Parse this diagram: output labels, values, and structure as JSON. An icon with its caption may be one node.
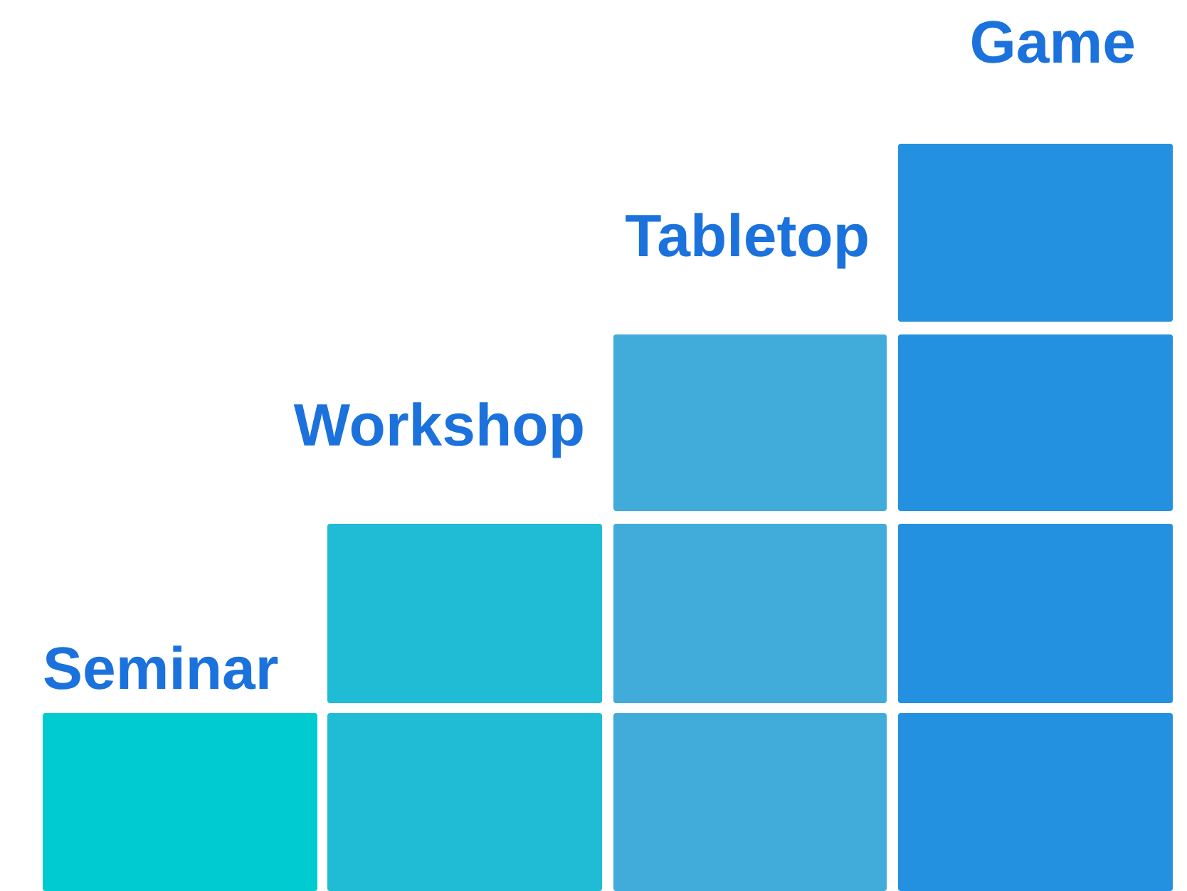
{
  "diagram": {
    "nodes": [
      {
        "text": [
          "Seminar"
        ]
      },
      {
        "text": [
          "Workshop"
        ]
      },
      {
        "text": [],
        "shape": "box"
      },
      {
        "text": [
          "Tabletop"
        ]
      },
      {
        "text": [],
        "shape": "box"
      },
      {
        "text": [],
        "shape": "box"
      },
      {
        "text": [
          "Game"
        ]
      },
      {
        "text": [],
        "shape": "box"
      },
      {
        "text": [],
        "shape": "box"
      },
      {
        "text": [],
        "shape": "box"
      }
    ]
  }
}
